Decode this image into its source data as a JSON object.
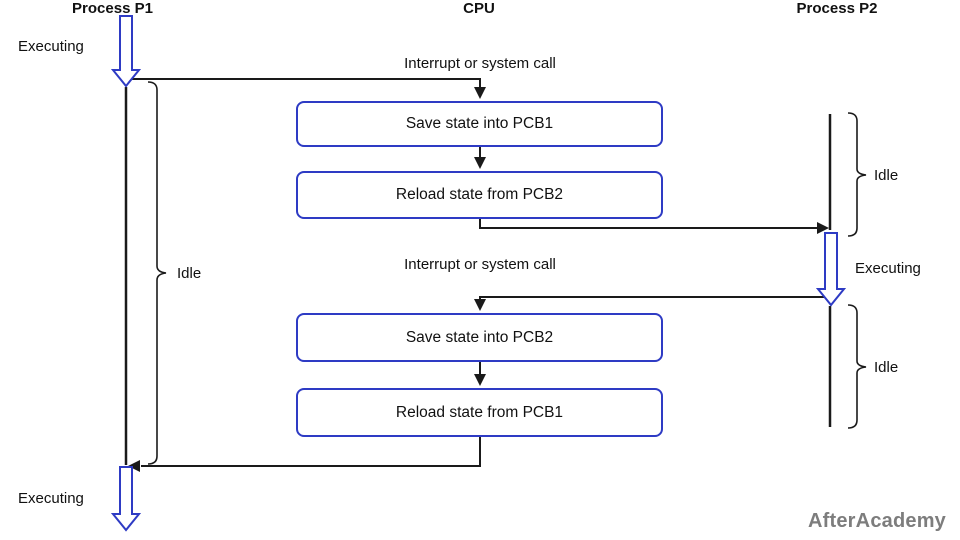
{
  "diagram": {
    "title_context": "Process context switching between Process P1 and Process P2 via CPU",
    "columns": {
      "p1": "Process P1",
      "cpu": "CPU",
      "p2": "Process P2"
    },
    "labels": {
      "executing_p1_top": "Executing",
      "executing_p1_bottom": "Executing",
      "executing_p2": "Executing",
      "idle_p1": "Idle",
      "idle_p2_top": "Idle",
      "idle_p2_bottom": "Idle",
      "interrupt_top": "Interrupt or system call",
      "interrupt_bottom": "Interrupt or system call"
    },
    "boxes": [
      {
        "label": "Save state into PCB1"
      },
      {
        "label": "Reload state from PCB2"
      },
      {
        "label": "Save state into PCB2"
      },
      {
        "label": "Reload state from PCB1"
      }
    ],
    "watermark": "AfterAcademy",
    "colors": {
      "accent_blue": "#2e3bc4",
      "line_black": "#1a1a1a",
      "watermark_gray": "#7d7d7d"
    }
  }
}
